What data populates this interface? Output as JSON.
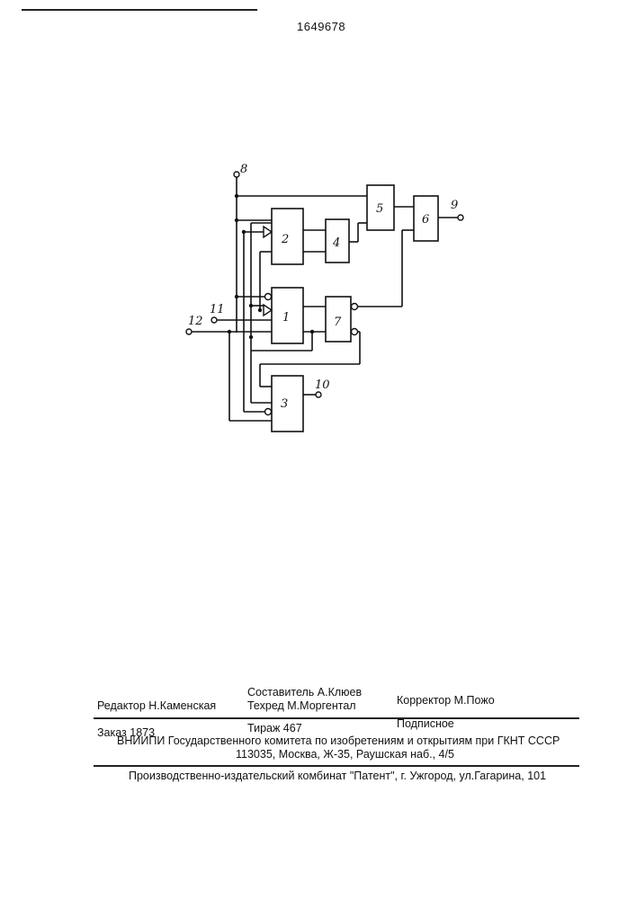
{
  "page_number": "1649678",
  "diagram": {
    "blocks": [
      {
        "id": "block-1",
        "label": "1"
      },
      {
        "id": "block-2",
        "label": "2"
      },
      {
        "id": "block-3",
        "label": "3"
      },
      {
        "id": "block-4",
        "label": "4"
      },
      {
        "id": "block-5",
        "label": "5"
      },
      {
        "id": "block-6",
        "label": "6"
      },
      {
        "id": "block-7",
        "label": "7"
      }
    ],
    "terminals": {
      "t8": "8",
      "t9": "9",
      "t10": "10",
      "t11": "11",
      "t12": "12"
    }
  },
  "colophon": {
    "editor": "Редактор  Н.Каменская",
    "compiler": "Составитель  А.Клюев",
    "techred": "Техред М.Моргентал",
    "corrector": "Корректор  М.Пожо",
    "order": "Заказ  1873",
    "circulation": "Тираж 467",
    "subscription": "Подписное",
    "vniipi": "ВНИИПИ Государственного комитета по изобретениям и открытиям при ГКНТ СССР",
    "address": "113035, Москва, Ж-35, Раушская наб., 4/5",
    "publisher": "Производственно-издательский комбинат \"Патент\", г. Ужгород, ул.Гагарина, 101"
  }
}
